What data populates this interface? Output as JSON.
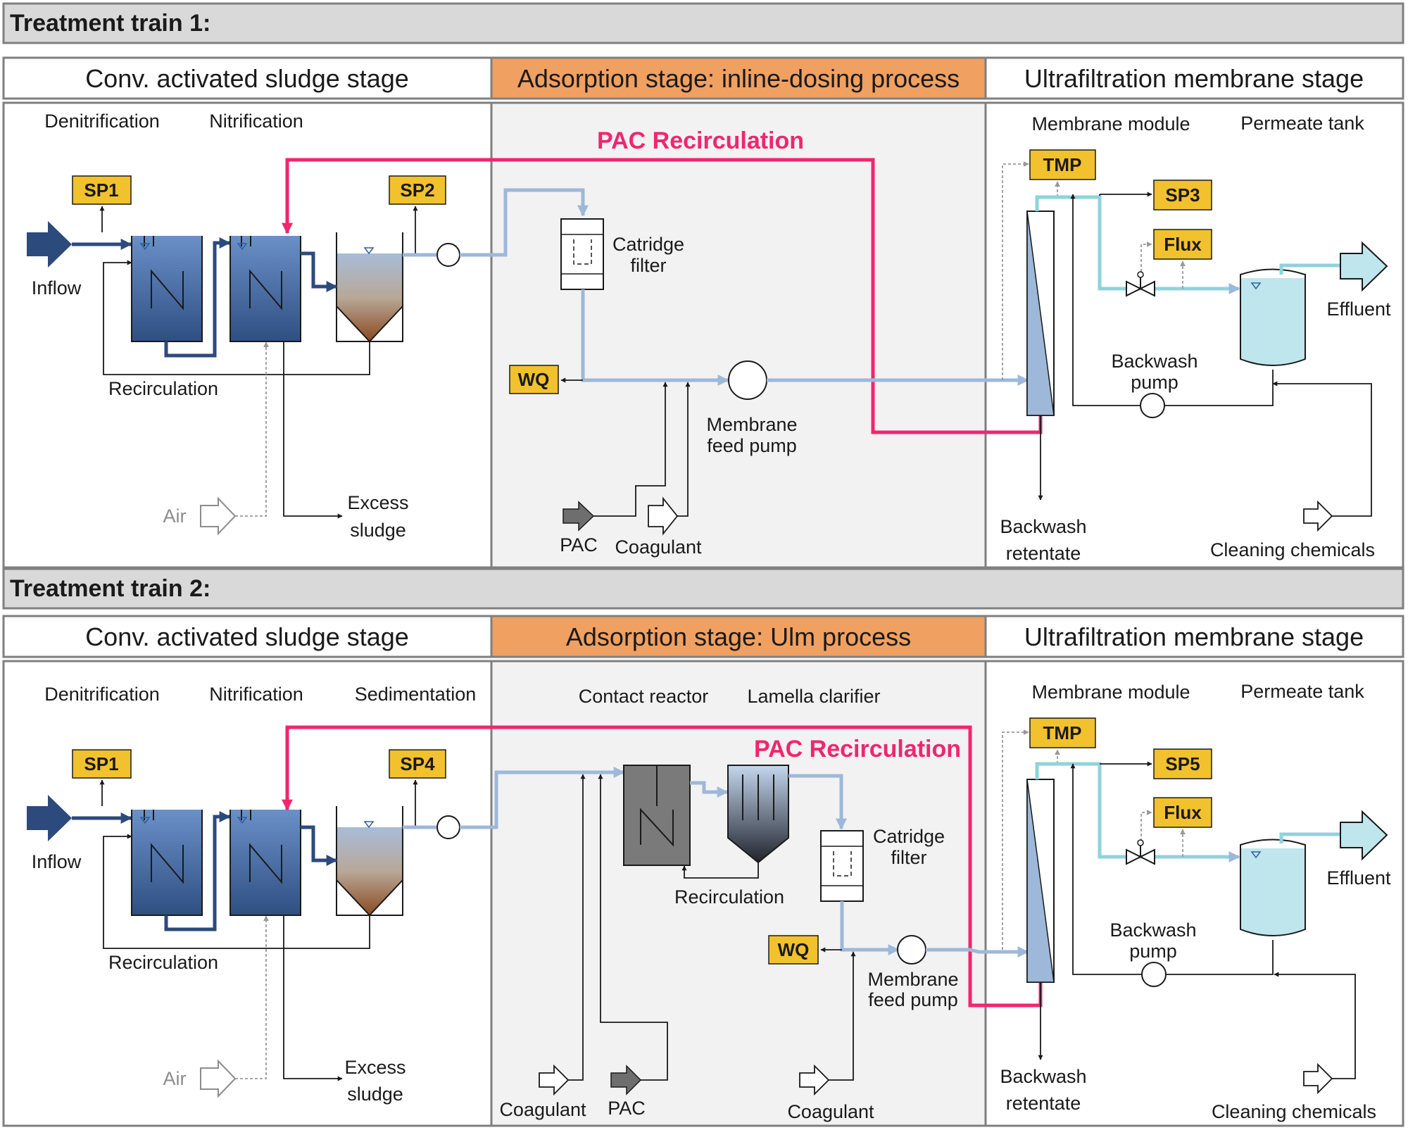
{
  "train1": {
    "title": "Treatment train 1:",
    "stage_cas": "Conv. activated sludge stage",
    "stage_ads": "Adsorption stage: inline-dosing process",
    "stage_uf": "Ultrafiltration membrane stage",
    "labels": {
      "denitrification": "Denitrification",
      "nitrification": "Nitrification",
      "inflow": "Inflow",
      "recirculation": "Recirculation",
      "air": "Air",
      "excess_1": "Excess",
      "excess_2": "sludge",
      "pac_recirculation": "PAC Recirculation",
      "cartridge_1": "Catridge",
      "cartridge_2": "filter",
      "membrane_feed_1": "Membrane",
      "membrane_feed_2": "feed pump",
      "pac": "PAC",
      "coagulant": "Coagulant",
      "membrane_module": "Membrane module",
      "permeate_tank": "Permeate tank",
      "effluent": "Effluent",
      "backwash_pump_1": "Backwash",
      "backwash_pump_2": "pump",
      "backwash_retentate_1": "Backwash",
      "backwash_retentate_2": "retentate",
      "cleaning_chemicals": "Cleaning chemicals"
    },
    "tags": {
      "sp_a": "SP1",
      "sp_b": "SP2",
      "wq": "WQ",
      "tmp": "TMP",
      "sp_c": "SP3",
      "flux": "Flux"
    }
  },
  "train2": {
    "title": "Treatment train 2:",
    "stage_cas": "Conv. activated sludge stage",
    "stage_ads": "Adsorption stage: Ulm process",
    "stage_uf": "Ultrafiltration membrane stage",
    "labels": {
      "denitrification": "Denitrification",
      "nitrification": "Nitrification",
      "sedimentation": "Sedimentation",
      "inflow": "Inflow",
      "recirculation": "Recirculation",
      "air": "Air",
      "excess_1": "Excess",
      "excess_2": "sludge",
      "contact_reactor": "Contact reactor",
      "lamella_clarifier": "Lamella clarifier",
      "pac_recirculation": "PAC Recirculation",
      "ads_recirculation": "Recirculation",
      "cartridge_1": "Catridge",
      "cartridge_2": "filter",
      "membrane_feed_1": "Membrane",
      "membrane_feed_2": "feed pump",
      "coagulant_a": "Coagulant",
      "pac": "PAC",
      "coagulant_b": "Coagulant",
      "membrane_module": "Membrane module",
      "permeate_tank": "Permeate tank",
      "effluent": "Effluent",
      "backwash_pump_1": "Backwash",
      "backwash_pump_2": "pump",
      "backwash_retentate_1": "Backwash",
      "backwash_retentate_2": "retentate",
      "cleaning_chemicals": "Cleaning chemicals"
    },
    "tags": {
      "sp_a": "SP1",
      "sp_b": "SP4",
      "wq": "WQ",
      "tmp": "TMP",
      "sp_c": "SP5",
      "flux": "Flux"
    }
  },
  "colors": {
    "header_grey": "#d9d9d9",
    "orange": "#f0a060",
    "panel_grey": "#f2f2f2",
    "tag_yellow": "#f2c12e",
    "pac_pink": "#f0266f",
    "dark_blue": "#2c4a7c",
    "light_blue": "#9db8d9",
    "cyan": "#8fd3dc",
    "tank_blue": "#5b80b8",
    "tank_light": "#bfe6ec"
  }
}
